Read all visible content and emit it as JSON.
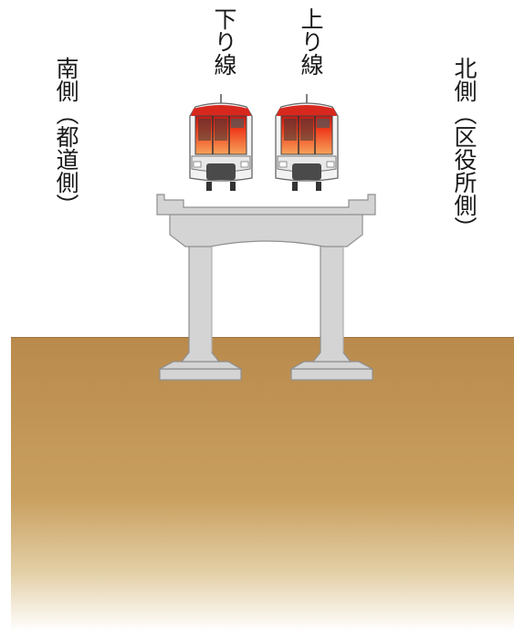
{
  "labels": {
    "down_line": "下り線",
    "up_line": "上り線",
    "south_side": "南側（都道側）",
    "north_side": "北側（区役所側）"
  },
  "colors": {
    "ground_top": "#b98a4c",
    "ground_bottom": "#ffffff",
    "concrete": "#d2d2d2",
    "concrete_dark": "#a9a9a9",
    "train_red": "#d8281e",
    "train_orange": "#ef6a2a",
    "train_body": "#f2f2f2"
  },
  "icons": {
    "train_down": "train-front-icon",
    "train_up": "train-front-icon"
  }
}
